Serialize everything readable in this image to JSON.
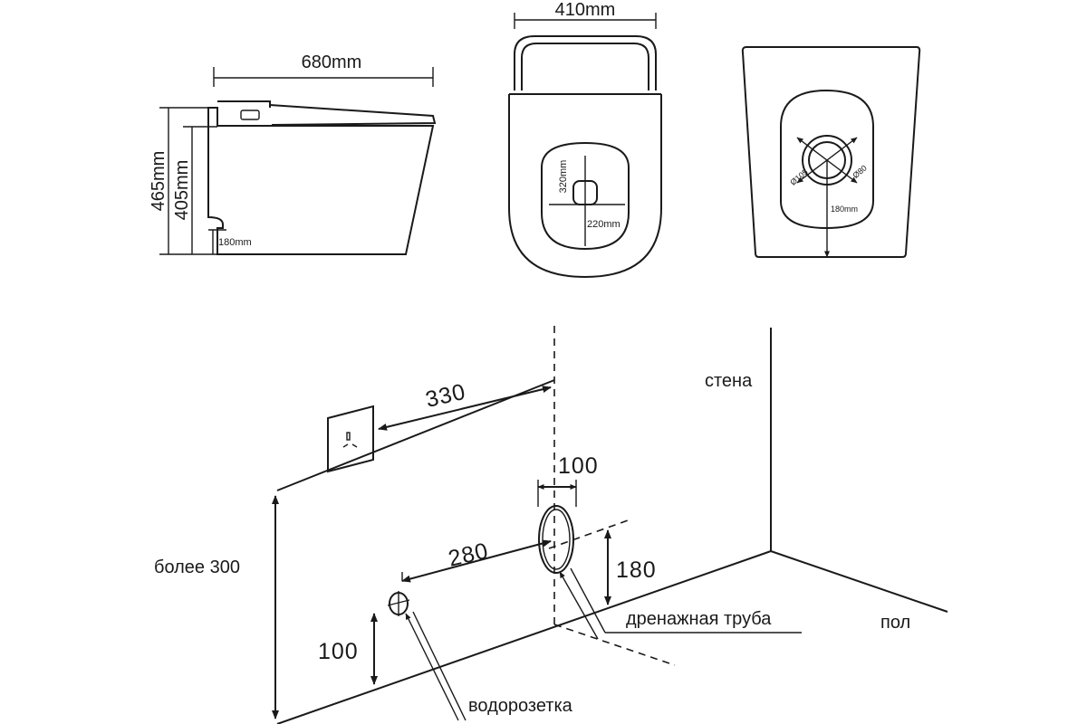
{
  "side_view": {
    "length": "680mm",
    "total_height": "465mm",
    "bowl_height": "405mm",
    "outlet_height": "180mm"
  },
  "top_view": {
    "width": "410mm",
    "inner_length": "320mm",
    "inner_width": "220mm"
  },
  "bottom_view": {
    "outer_diameter": "Ø105",
    "inner_diameter": "Ø80",
    "center_distance": "180mm"
  },
  "installation": {
    "wall_label": "стена",
    "floor_label": "пол",
    "socket_distance": "330",
    "pipe_diameter": "100",
    "inlet_distance": "280",
    "pipe_height": "180",
    "inlet_height": "100",
    "socket_height": "более 300",
    "drain_label": "дренажная труба",
    "water_outlet_label": "водорозетка"
  }
}
